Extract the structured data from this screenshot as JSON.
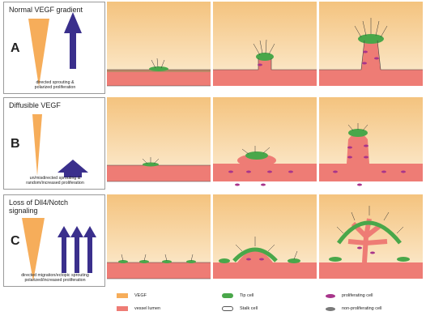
{
  "rows": [
    {
      "letter": "A",
      "title": "Normal VEGF gradient",
      "caption": "directed sprouting &\npolarized proliferation"
    },
    {
      "letter": "B",
      "title": "Diffusible VEGF",
      "caption": "un/misdirected sprouting &\nrandom/increased proliferation"
    },
    {
      "letter": "C",
      "title": "Loss of Dll4/Notch\nsignaling",
      "caption": "directed migration/ectopic sprouting\npolarized/increased proliferation"
    }
  ],
  "legend": [
    {
      "label": "VEGF",
      "icon": "vegf-swatch"
    },
    {
      "label": "vessel lumen",
      "icon": "vessel-lumen-swatch"
    },
    {
      "label": "Tip cell",
      "icon": "tip-cell-swatch"
    },
    {
      "label": "Stalk cell",
      "icon": "stalk-cell-swatch"
    },
    {
      "label": "proliferating cell",
      "icon": "proliferating-cell-swatch"
    },
    {
      "label": "non-proliferating cell",
      "icon": "non-proliferating-cell-swatch"
    }
  ],
  "colors": {
    "vegf": "#f6ad5a",
    "vessel": "#ee7c75",
    "tip": "#49a74a",
    "proliferating": "#a8358b",
    "nonproliferating": "#7a7a7a",
    "arrow": "#3a2f8c",
    "background_top": "#f4c37e",
    "background_bottom": "#fdf1dc"
  }
}
